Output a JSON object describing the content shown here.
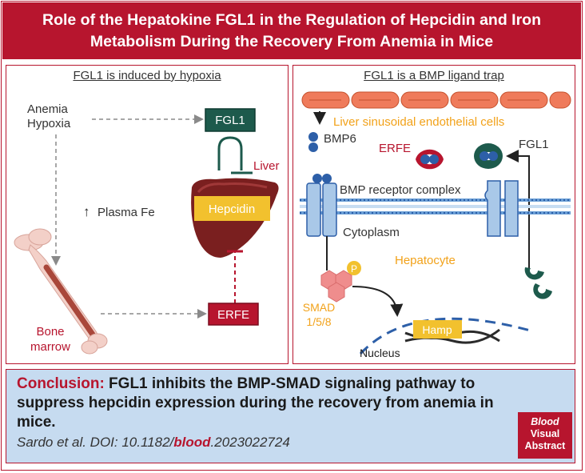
{
  "title": {
    "line1": "Role of the Hepatokine FGL1 in the Regulation of  Hepcidin and Iron",
    "line2": "Metabolism During the Recovery From Anemia in Mice"
  },
  "left_panel": {
    "title": "FGL1 is induced by hypoxia",
    "anemia": "Anemia",
    "hypoxia": "Hypoxia",
    "fgl1_box": "FGL1",
    "liver": "Liver",
    "hepcidin_box": "Hepcidin",
    "plasma_fe_arrow": "↑",
    "plasma_fe": "Plasma Fe",
    "erfe_box": "ERFE",
    "bone": "Bone",
    "marrow": "marrow"
  },
  "right_panel": {
    "title": "FGL1 is a BMP ligand trap",
    "endothelial": "Liver sinusoidal endothelial cells",
    "bmp6": "BMP6",
    "erfe": "ERFE",
    "fgl1": "FGL1",
    "receptor": "BMP receptor complex",
    "cytoplasm": "Cytoplasm",
    "hepatocyte": "Hepatocyte",
    "phospho": "P",
    "smad": "SMAD",
    "smad_num": "1/5/8",
    "hamp": "Hamp",
    "nucleus": "Nucleus"
  },
  "conclusion": {
    "label": "Conclusion:",
    "text": " FGL1 inhibits the BMP-SMAD signaling pathway to suppress hepcidin expression during the recovery from anemia in mice.",
    "citation_prefix": "Sardo et al. DOI: 10.1182/",
    "citation_journal": "blood",
    "citation_suffix": ".2023022724"
  },
  "badge": {
    "line1": "Blood",
    "line2": "Visual",
    "line3": "Abstract"
  },
  "colors": {
    "brand_red": "#b7152e",
    "fgl1_green": "#1d5a4c",
    "hepcidin_yellow": "#f2c12e",
    "hepatocyte_orange": "#f2a21a",
    "conclusion_bg": "#c6dbf0",
    "receptor_blue": "#a9c8e8",
    "bmp_blue": "#2d5fa8"
  }
}
